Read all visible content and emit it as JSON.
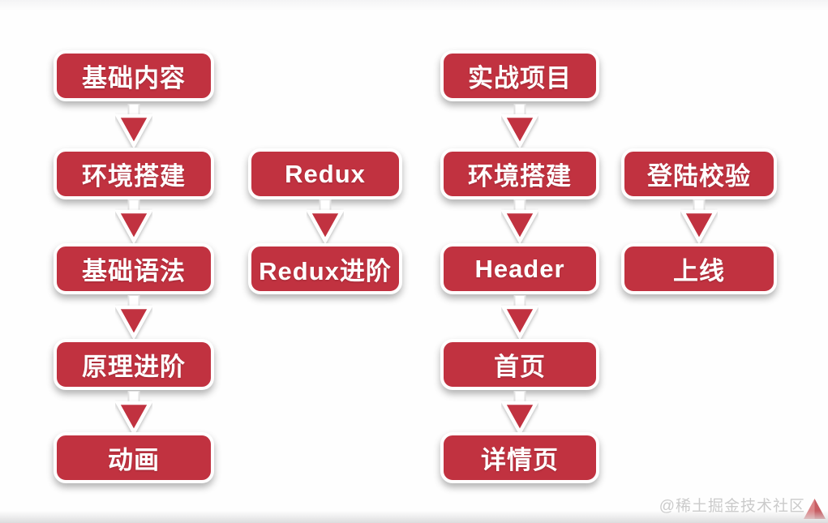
{
  "page": {
    "watermark": "@稀土掘金技术社区",
    "background": "#fefefe"
  },
  "colors": {
    "node_red": "#c13240",
    "node_border": "#ffffff",
    "node_text": "#ffffff",
    "arrow_red": "#c13240",
    "watermark_gray": "#cbcbcb",
    "logo_light_red": "#d8767a",
    "logo_dark_red": "#c0474e"
  },
  "icons": {
    "down_arrow": "down-arrow-icon",
    "corner_logo": "pyramid-logo-icon"
  },
  "columns": [
    {
      "name": "react-basics",
      "items": [
        "基础内容",
        "环境搭建",
        "基础语法",
        "原理进阶",
        "动画"
      ]
    },
    {
      "name": "redux",
      "items": [
        "Redux",
        "Redux进阶"
      ]
    },
    {
      "name": "real-project",
      "items": [
        "实战项目",
        "环境搭建",
        "Header",
        "首页",
        "详情页"
      ]
    },
    {
      "name": "login-online",
      "items": [
        "登陆校验",
        "上线"
      ]
    }
  ]
}
